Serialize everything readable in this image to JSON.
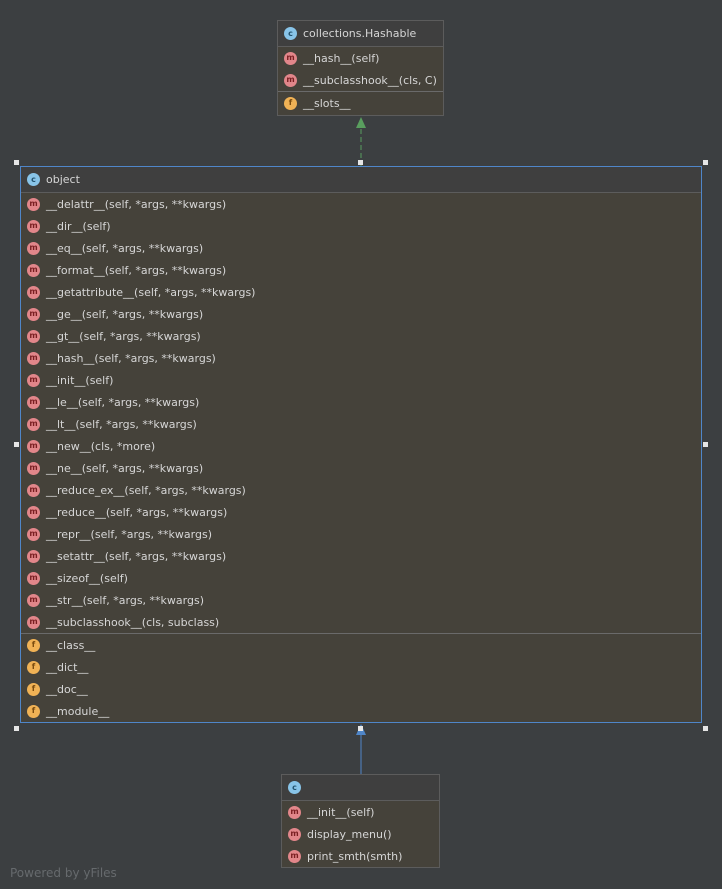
{
  "diagram": {
    "nodes": {
      "hashable": {
        "title": "collections.Hashable",
        "title_badge": "c",
        "methods": [
          "__hash__(self)",
          "__subclasshook__(cls, C)"
        ],
        "fields": [
          "__slots__"
        ]
      },
      "object": {
        "title": "object",
        "title_badge": "c",
        "methods": [
          "__delattr__(self, *args, **kwargs)",
          "__dir__(self)",
          "__eq__(self, *args, **kwargs)",
          "__format__(self, *args, **kwargs)",
          "__getattribute__(self, *args, **kwargs)",
          "__ge__(self, *args, **kwargs)",
          "__gt__(self, *args, **kwargs)",
          "__hash__(self, *args, **kwargs)",
          "__init__(self)",
          "__le__(self, *args, **kwargs)",
          "__lt__(self, *args, **kwargs)",
          "__new__(cls, *more)",
          "__ne__(self, *args, **kwargs)",
          "__reduce_ex__(self, *args, **kwargs)",
          "__reduce__(self, *args, **kwargs)",
          "__repr__(self, *args, **kwargs)",
          "__setattr__(self, *args, **kwargs)",
          "__sizeof__(self)",
          "__str__(self, *args, **kwargs)",
          "__subclasshook__(cls, subclass)"
        ],
        "fields": [
          "__class__",
          "__dict__",
          "__doc__",
          "__module__"
        ]
      },
      "subclass": {
        "title": "",
        "title_badge": "c",
        "methods": [
          "__init__(self)",
          "display_menu()",
          "print_smth(smth)"
        ],
        "fields": []
      }
    },
    "badges": {
      "method": "m",
      "field": "f"
    },
    "colors": {
      "background": "#3c3f41",
      "node_fill": "#45423a",
      "selection": "#4f86c9",
      "realization_edge": "#599e5e",
      "inheritance_edge": "#4f86c9"
    }
  },
  "footer": {
    "text": "Powered by yFiles"
  }
}
